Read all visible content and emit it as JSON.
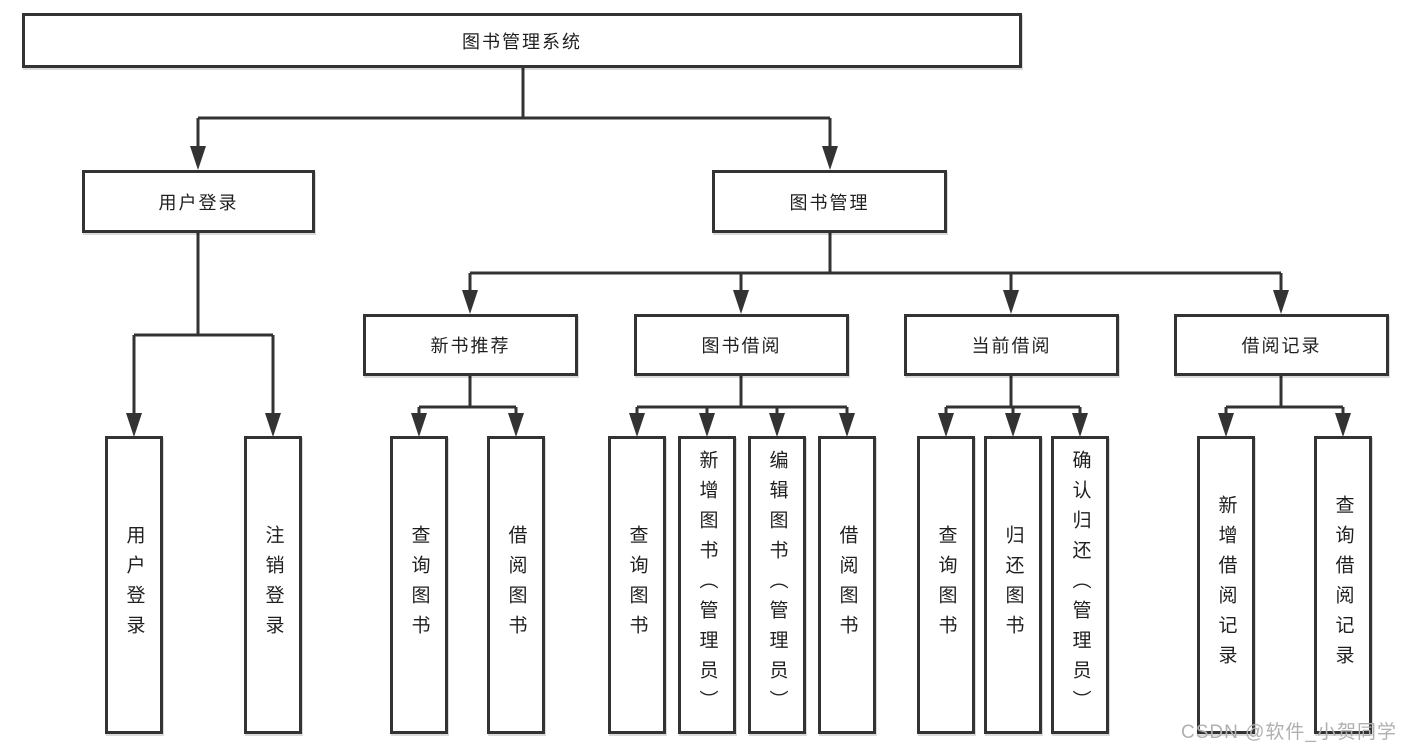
{
  "colors": {
    "line": "#333333",
    "box_border": "#333333",
    "box_fill": "#ffffff",
    "text": "#1f1f1f",
    "watermark": "#b0b0b0",
    "background": "#ffffff"
  },
  "nodes": {
    "root": {
      "label": "图书管理系统"
    },
    "level2": [
      {
        "label": "用户登录"
      },
      {
        "label": "图书管理"
      }
    ],
    "level3": [
      {
        "label": "新书推荐"
      },
      {
        "label": "图书借阅"
      },
      {
        "label": "当前借阅"
      },
      {
        "label": "借阅记录"
      }
    ],
    "leaves": {
      "login": [
        "用户登录",
        "注销登录"
      ],
      "recommend": [
        "查询图书",
        "借阅图书"
      ],
      "borrow": [
        "查询图书",
        "新增图书（管理员）",
        "编辑图书（管理员）",
        "借阅图书"
      ],
      "current": [
        "查询图书",
        "归还图书",
        "确认归还（管理员）"
      ],
      "records": [
        "新增借阅记录",
        "查询借阅记录"
      ]
    }
  },
  "watermark": "CSDN @软件_小贺同学"
}
